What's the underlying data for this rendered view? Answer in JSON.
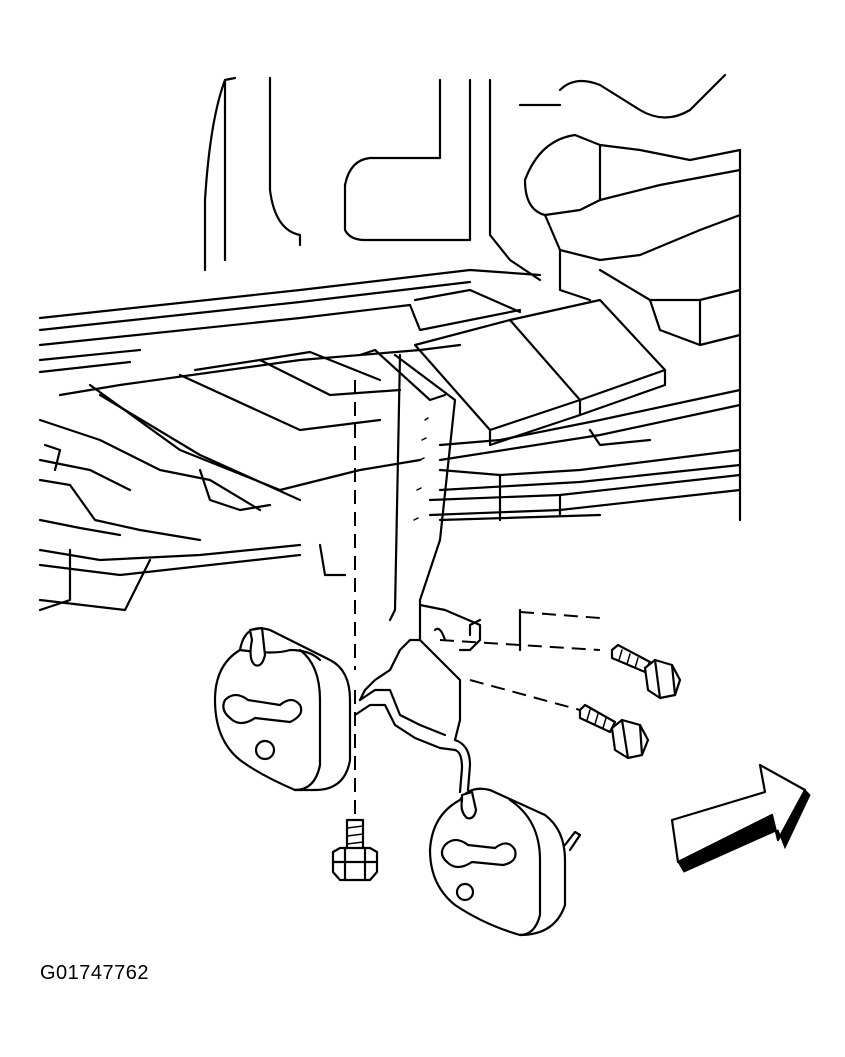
{
  "figure": {
    "id_label": "G01747762"
  },
  "parts": {
    "bolts": [
      "hanger-bolt-lower",
      "bracket-bolt-upper",
      "bracket-bolt-lower"
    ],
    "insulators": [
      "exhaust-insulator-left",
      "exhaust-insulator-right"
    ],
    "arrow_icon": "front-direction-arrow-icon"
  }
}
